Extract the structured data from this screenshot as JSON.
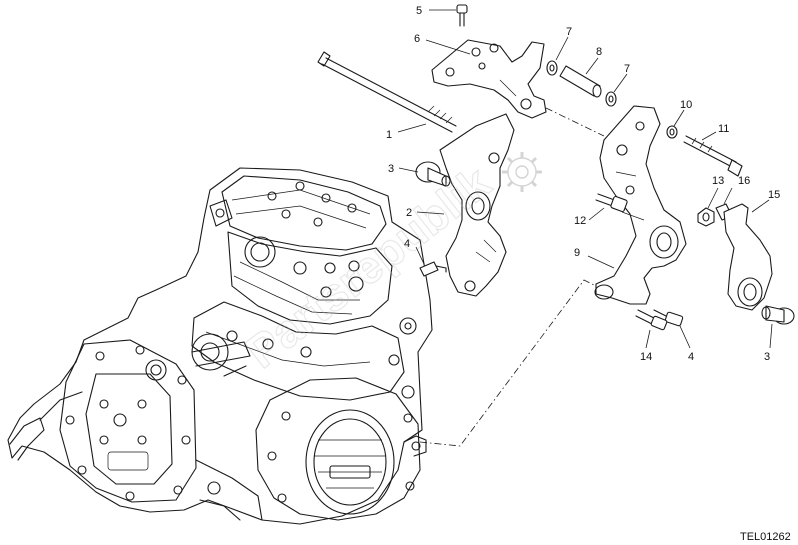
{
  "diagram": {
    "drawing_code": "TEL01262",
    "watermark_text": "Partsrepublik",
    "watermark_icon": "gear-icon",
    "callouts": [
      "5",
      "6",
      "7",
      "8",
      "7",
      "1",
      "10",
      "11",
      "3",
      "2",
      "13",
      "16",
      "15",
      "12",
      "4",
      "9",
      "4",
      "14",
      "3"
    ]
  }
}
